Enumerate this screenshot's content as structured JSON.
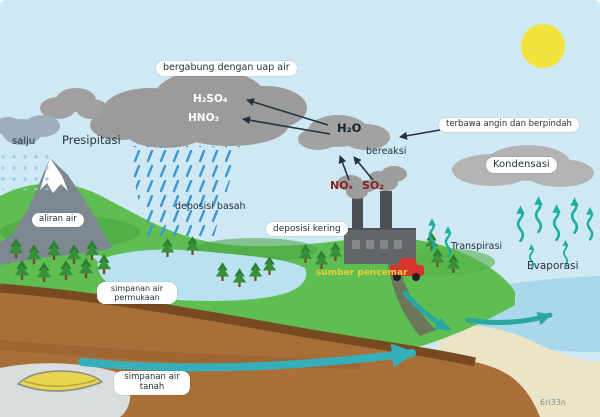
{
  "diagram": {
    "type": "acid-rain-water-cycle",
    "watermark": "6ri33n",
    "labels": {
      "bergabung": "bergabung dengan uap air",
      "h2so4": "H₂SO₄",
      "hno3": "HNO₃",
      "h2o": "H₂O",
      "bereaksi": "bereaksi",
      "terbawa": "terbawa angin dan berpindah",
      "kondensasi": "Kondensasi",
      "presipitasi": "Presipitasi",
      "salju": "salju",
      "deposisi_basah": "deposisi basah",
      "nox": "NOₓ",
      "so2": "SO₂",
      "deposisi_kering": "deposisi kering",
      "sumber_pencemar": "sumber pencemar",
      "transpirasi": "Transpirasi",
      "evaporasi": "Evaporasi",
      "aliran_air": "aliran air",
      "simpanan_permukaan": "simpanan air permukaan",
      "simpanan_tanah": "simpanan air tanah"
    },
    "colors": {
      "sky": "#cfe9f4",
      "sun": "#f2e33c",
      "cloud": "#9b9b9b",
      "rain": "#3f97d0",
      "land_green": "#5fbe52",
      "tree_green": "#2e7d32",
      "river_water": "#b9e2f0",
      "sea": "#a8d8ea",
      "sand": "#ece4c6",
      "soil_dark": "#774a22",
      "soil": "#a86f38",
      "flow_arrow_teal": "#2aa8a0",
      "pollutant_text": "#8a1f1f",
      "source_text": "#e8cf3a"
    }
  }
}
